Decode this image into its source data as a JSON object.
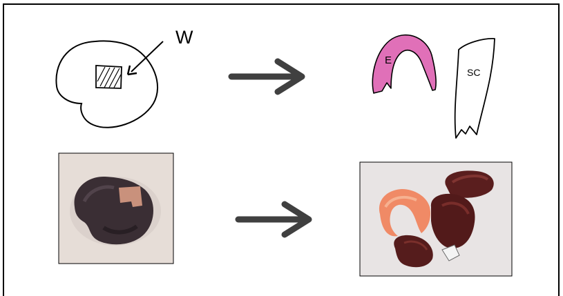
{
  "labels": {
    "w": "W",
    "e": "E",
    "sc": "SC"
  },
  "colors": {
    "border": "#000000",
    "arrow": "#404040",
    "embryo": "#e070b8",
    "photo_background": "#e6ddd7",
    "seed_dark": "#3a2e34",
    "seed_window": "#c9917c",
    "embryo_photo": "#f08a66",
    "seed_coat_photo": "#5a1e1e"
  },
  "icons": {
    "top_left": "seed-drawing-icon",
    "top_right_1": "embryo-drawing-icon",
    "top_right_2": "seed-coat-drawing-icon",
    "arrows": "right-arrow-icon"
  }
}
